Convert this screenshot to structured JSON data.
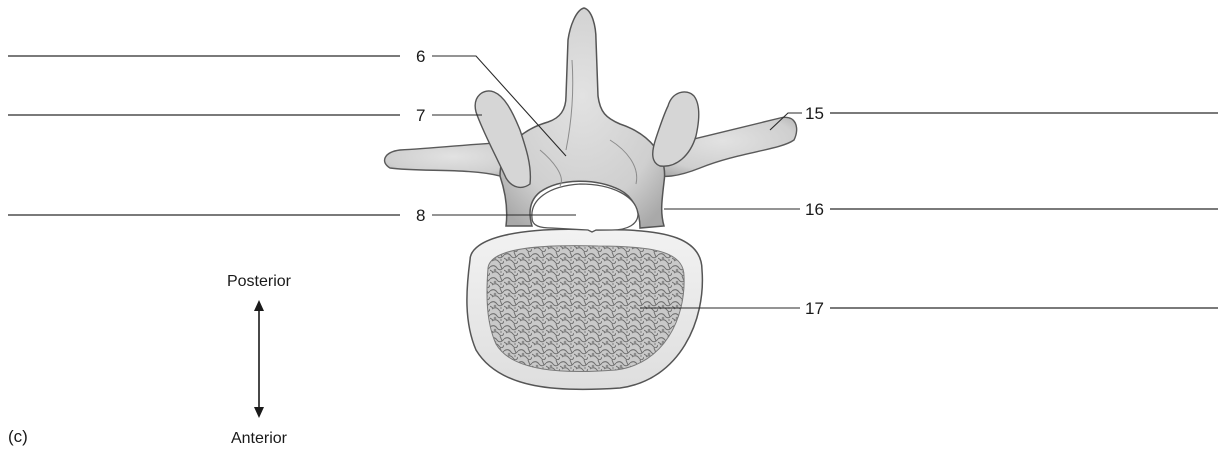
{
  "diagram": {
    "panel_label": "(c)",
    "labels": {
      "l6": "6",
      "l7": "7",
      "l8": "8",
      "l15": "15",
      "l16": "16",
      "l17": "17"
    },
    "orientation": {
      "top": "Posterior",
      "bottom": "Anterior"
    }
  }
}
